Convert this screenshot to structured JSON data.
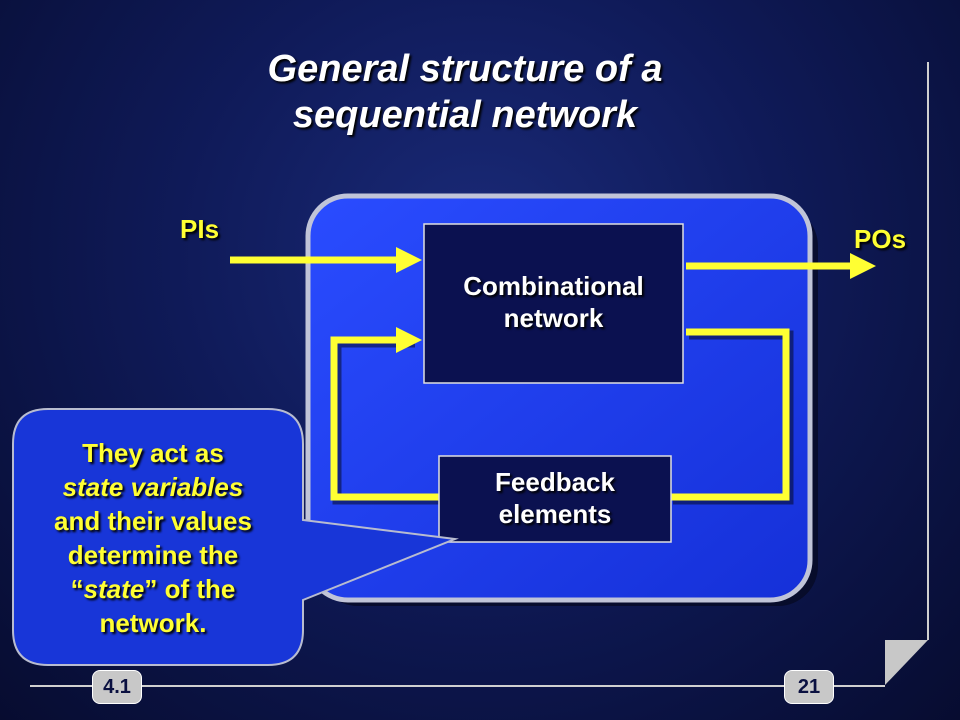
{
  "slide": {
    "title_line1": "General structure of a",
    "title_line2": "sequential network",
    "section_number": "4.1",
    "page_number": "21"
  },
  "diagram": {
    "combinational_line1": "Combinational",
    "combinational_line2": "network",
    "feedback_line1": "Feedback",
    "feedback_line2": "elements",
    "inputs_label": "PIs",
    "outputs_label": "POs"
  },
  "callout": {
    "line1": "They act as",
    "line2": "state variables",
    "line3": "and their values",
    "line4": "determine the",
    "line5_open": "“",
    "line5_italic": "state",
    "line5_rest": "” of the",
    "line6": "network."
  },
  "colors": {
    "outer_box": "#1c3cf0",
    "signal_lines": "#ffff33",
    "inner_boxes": "#0b1150"
  }
}
